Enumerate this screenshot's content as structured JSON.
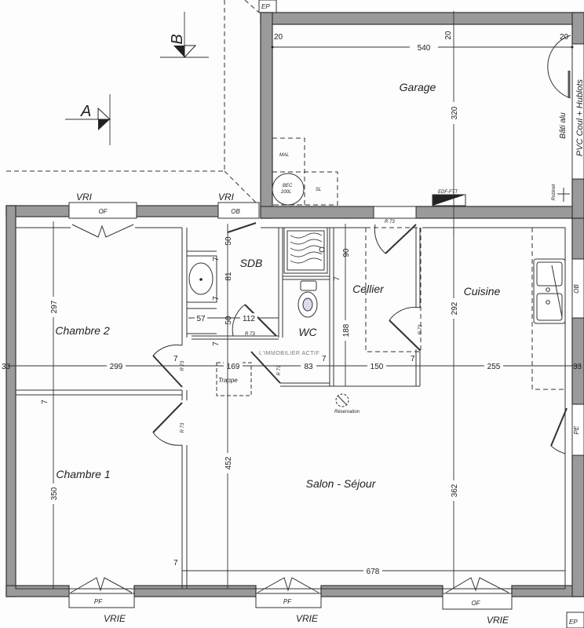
{
  "section_markers": {
    "a": "A",
    "b": "B"
  },
  "rooms": {
    "garage": "Garage",
    "chambre2": "Chambre 2",
    "chambre1": "Chambre 1",
    "sdb": "SDB",
    "wc": "WC",
    "cellier": "Cellier",
    "cuisine": "Cuisine",
    "salon": "Salon - Séjour"
  },
  "openings": {
    "of_top": "OF",
    "vri_left": "VRI",
    "ob_top": "OB",
    "vri_mid": "VRI",
    "ob_right": "OB",
    "pe_right": "PE",
    "pf_left": "PF",
    "vrie_left": "VRIE",
    "pf_mid": "PF",
    "vrie_mid": "VRIE",
    "of_bottom": "OF",
    "vrie_right": "VRIE",
    "ep_top": "EP",
    "ep_bottom": "EP",
    "garage_door": "PVC Coul + Hublots",
    "bati": "Bâti alu",
    "robinet": "Robinet"
  },
  "equipment": {
    "mal": "MAL",
    "bec": "BEC",
    "bec_cap": "200L",
    "sl": "SL",
    "edf": "EDF-FTT",
    "trappe": "Trappe",
    "reservation": "Réservation",
    "watermark": "L'IMMOBILIER ACTIF"
  },
  "doors": {
    "r73": "R 73"
  },
  "dimensions": {
    "garage_width": "540",
    "garage_depth": "320",
    "garage_wall_l": "20",
    "garage_wall_m": "20",
    "garage_wall_r": "20",
    "ch2_depth": "297",
    "ch2_width": "299",
    "ch1_depth": "350",
    "sdb_50a": "50",
    "sdb_81": "81",
    "sdb_50b": "50",
    "sdb_57": "57",
    "sdb_112": "112",
    "trappe_169": "169",
    "wc_83": "83",
    "cellier_90": "90",
    "cellier_188": "188",
    "cellier_150": "150",
    "cuisine_292": "292",
    "cuisine_255": "255",
    "salon_452": "452",
    "salon_362": "362",
    "salon_678": "678",
    "wall_7": "7",
    "wall_33": "33"
  }
}
